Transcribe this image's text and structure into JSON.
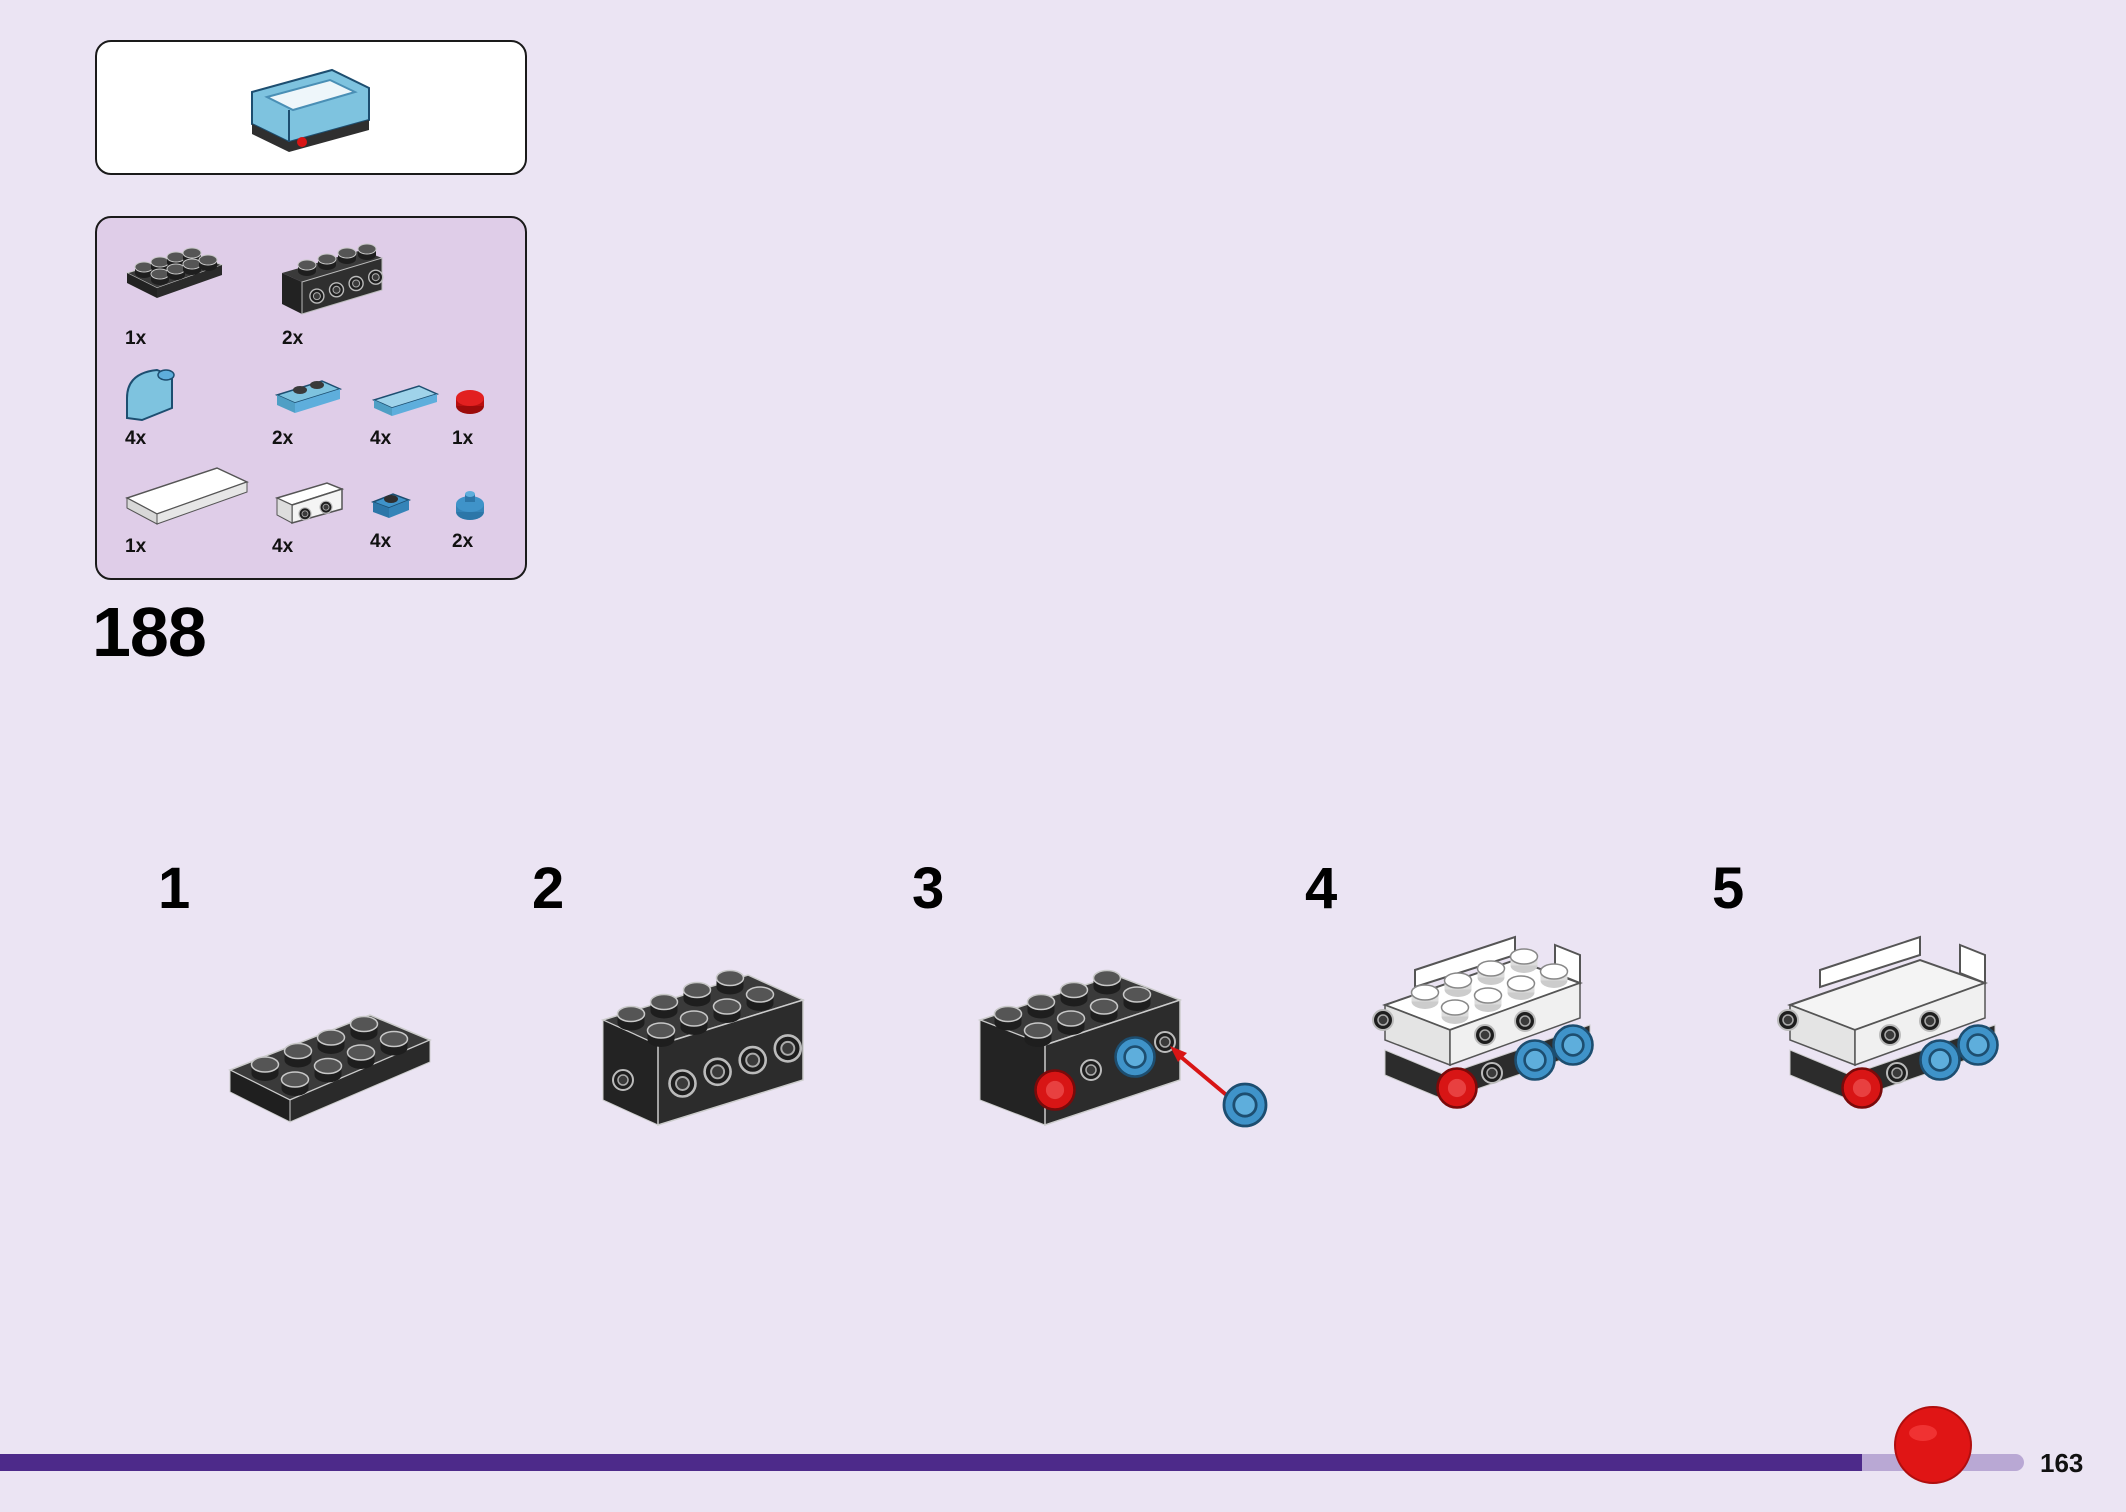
{
  "document": {
    "page_number": "163",
    "progress_fraction": 0.92
  },
  "submodel": {
    "icon": "mini-blue-build-preview"
  },
  "parts_list": {
    "items": [
      {
        "icon": "dark-gray-plate-2x4",
        "qty": "1x"
      },
      {
        "icon": "dark-gray-brick-1x4-studs-side",
        "qty": "2x"
      },
      {
        "icon": "light-blue-curved-slope",
        "qty": "4x"
      },
      {
        "icon": "light-blue-plate-1x2",
        "qty": "2x"
      },
      {
        "icon": "light-blue-tile-1x2",
        "qty": "4x"
      },
      {
        "icon": "red-round-tile-1x1",
        "qty": "1x"
      },
      {
        "icon": "white-tile-2x4",
        "qty": "1x"
      },
      {
        "icon": "white-bracket-studs-side",
        "qty": "4x"
      },
      {
        "icon": "medium-blue-plate-1x1",
        "qty": "4x"
      },
      {
        "icon": "medium-blue-round-plate-1x1",
        "qty": "2x"
      }
    ]
  },
  "main_step": {
    "number": "188"
  },
  "sub_steps": [
    {
      "number": "1"
    },
    {
      "number": "2"
    },
    {
      "number": "3"
    },
    {
      "number": "4"
    },
    {
      "number": "5"
    }
  ],
  "colors": {
    "background": "#ebe4f3",
    "parts_panel": "#dfcde8",
    "progress_fill": "#4d2a8a",
    "progress_track": "#b9a8d4",
    "dark_gray": "#2f2f2f",
    "light_blue": "#7ec3df",
    "medium_blue": "#3f93c9",
    "red": "#d81515",
    "white": "#ffffff"
  }
}
